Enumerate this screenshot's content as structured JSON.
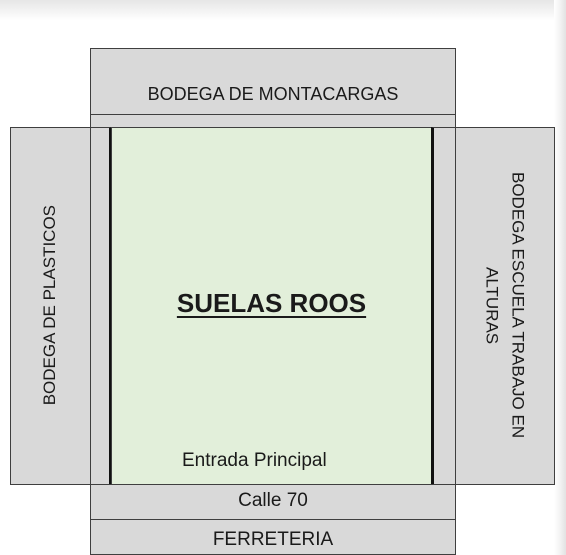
{
  "diagram": {
    "north": "BODEGA DE MONTACARGAS",
    "west": "BODEGA DE PLASTICOS",
    "east_line1": "BODEGA ESCUELA TRABAJO EN",
    "east_line2": "ALTURAS",
    "center": "SUELAS ROOS",
    "entrance": "Entrada Principal",
    "street": "Calle 70",
    "south": "FERRETERIA"
  },
  "colors": {
    "building_fill": "#d9d9d9",
    "main_fill": "#e2efda",
    "outline": "#3f3f3f"
  }
}
